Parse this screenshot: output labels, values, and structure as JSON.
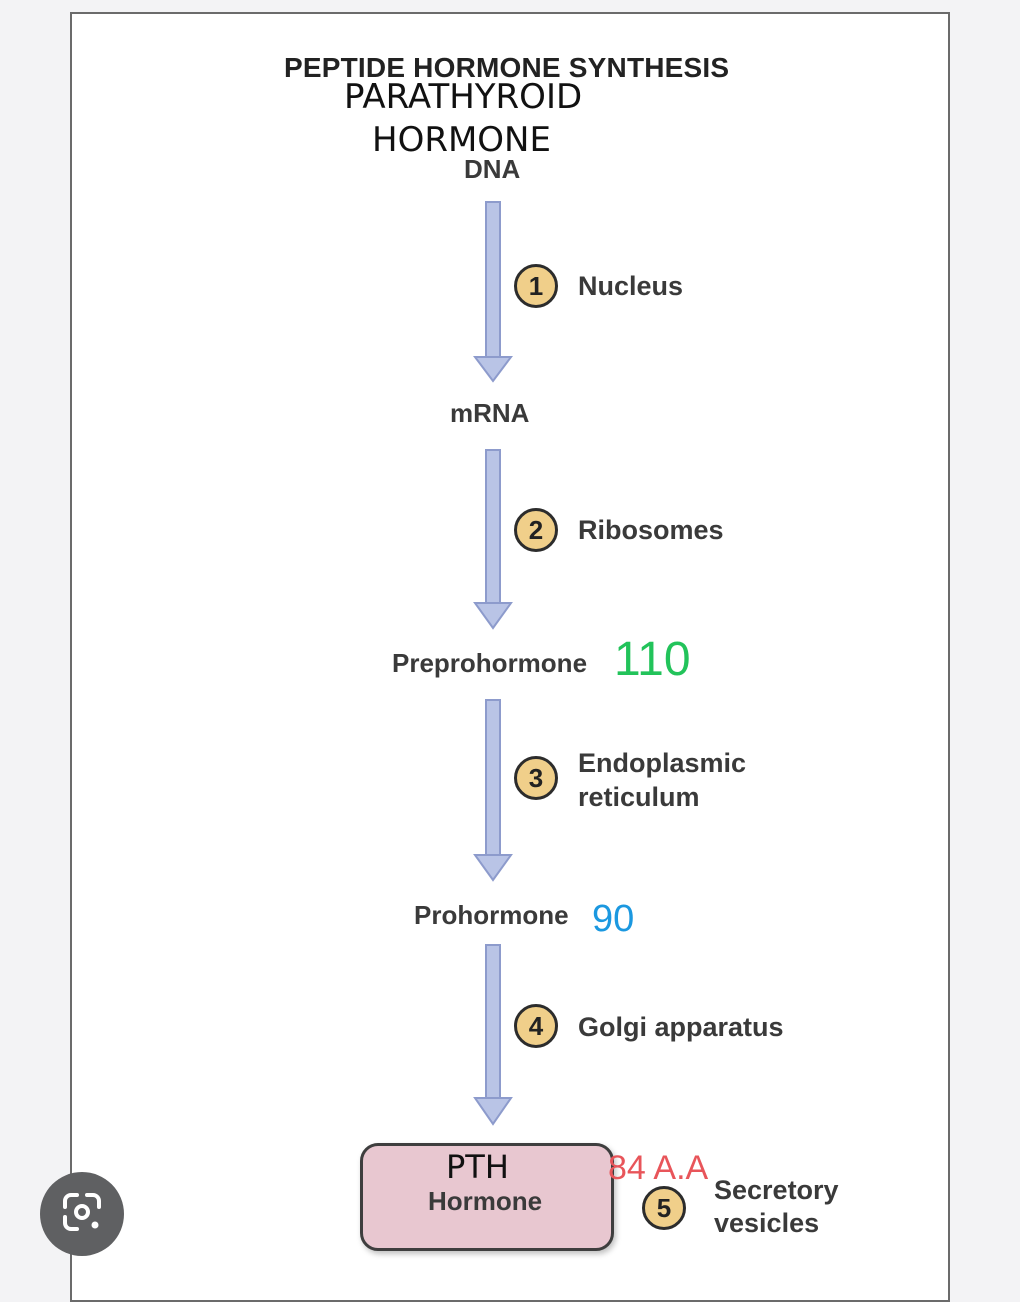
{
  "diagram": {
    "title": "PEPTIDE HORMONE SYNTHESIS",
    "overlay_title_line1": "PARATHYROID",
    "overlay_title_line2": "HORMONE",
    "nodes": {
      "dna": "DNA",
      "mrna": "mRNA",
      "preprohormone": "Preprohormone",
      "prohormone": "Prohormone",
      "box_top": "PTH",
      "box_bottom": "Hormone"
    },
    "steps": [
      {
        "number": "1",
        "label": "Nucleus"
      },
      {
        "number": "2",
        "label": "Ribosomes"
      },
      {
        "number": "3",
        "label_line1": "Endoplasmic",
        "label_line2": "reticulum"
      },
      {
        "number": "4",
        "label": "Golgi apparatus"
      },
      {
        "number": "5",
        "label_line1": "Secretory",
        "label_line2": "vesicles"
      }
    ],
    "annotations": {
      "preprohormone_count": "110",
      "prohormone_count": "90",
      "hormone_count": "84 A.A"
    },
    "colors": {
      "arrow_fill": "#b9c4e6",
      "arrow_stroke": "#8d9bcc",
      "badge": "#f0cf8a",
      "box": "#e8c7d0",
      "count_110": "#22c35a",
      "count_90": "#1b98e0",
      "count_84": "#e8555a"
    }
  },
  "ui": {
    "lens_button_icon": "google-lens-icon"
  }
}
